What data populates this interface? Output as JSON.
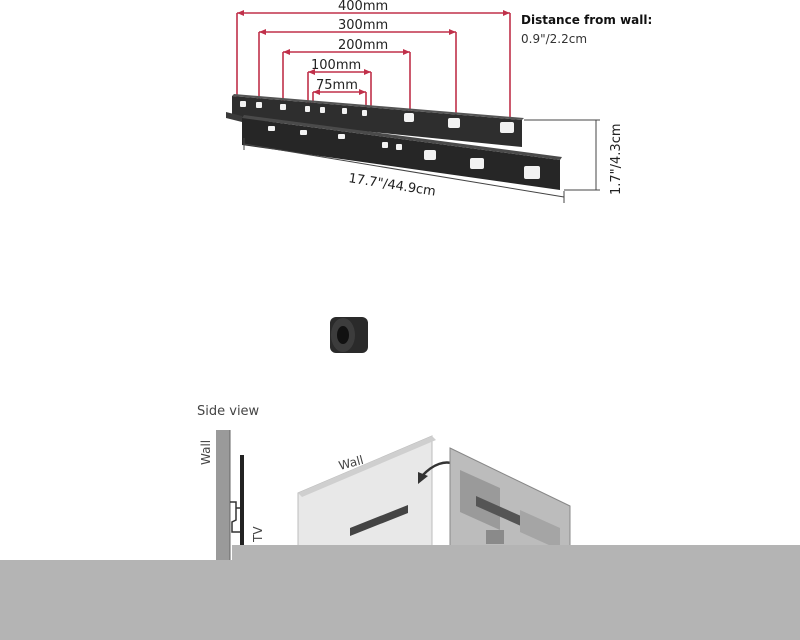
{
  "dimensions": {
    "d400": "400mm",
    "d300": "300mm",
    "d200": "200mm",
    "d100": "100mm",
    "d75": "75mm",
    "length": "17.7\"/44.9cm",
    "height": "1.7\"/4.3cm"
  },
  "distance": {
    "title": "Distance from wall:",
    "value": "0.9\"/2.2cm"
  },
  "side_view": {
    "title": "Side view",
    "wall_label": "Wall",
    "tv_label": "TV"
  },
  "install": {
    "wall_label": "Wall"
  },
  "colors": {
    "dimension_line": "#c0304a",
    "rail": "#2a2a2a",
    "bottom_bar": "#b4b4b4"
  }
}
